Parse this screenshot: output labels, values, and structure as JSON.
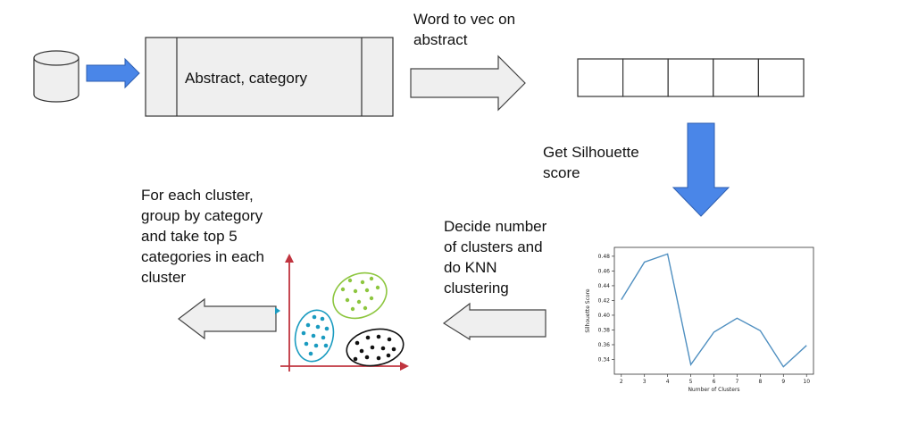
{
  "labels": {
    "record": "Abstract, category",
    "word2vec": "Word to vec on\nabstract",
    "silhouette": "Get Silhouette\nscore",
    "decide": "Decide number\nof clusters and\ndo KNN\nclustering",
    "for_each": "For each cluster,\ngroup by category\nand take top 5\ncategories in each\ncluster"
  },
  "colors": {
    "blue_arrow": "#4a86e8",
    "gray_fill": "#efefef",
    "line_series": "#4f8fc0",
    "axis_red": "#c0343f",
    "cluster_blue": "#1a9bc0",
    "cluster_green": "#8dc63f"
  },
  "chart_data": {
    "type": "line",
    "x": [
      2,
      3,
      4,
      5,
      6,
      7,
      8,
      9,
      10
    ],
    "y": [
      0.421,
      0.472,
      0.483,
      0.333,
      0.377,
      0.396,
      0.379,
      0.33,
      0.359
    ],
    "xlabel": "Number of Clusters",
    "ylabel": "Silhouette Score",
    "xlim": [
      1.7,
      10.3
    ],
    "ylim": [
      0.32,
      0.492
    ],
    "xticks": [
      "2",
      "3",
      "4",
      "5",
      "6",
      "7",
      "8",
      "9",
      "10"
    ],
    "yticks": [
      "0.34",
      "0.36",
      "0.38",
      "0.40",
      "0.42",
      "0.44",
      "0.46",
      "0.48"
    ],
    "grid": false,
    "legend": "none"
  }
}
